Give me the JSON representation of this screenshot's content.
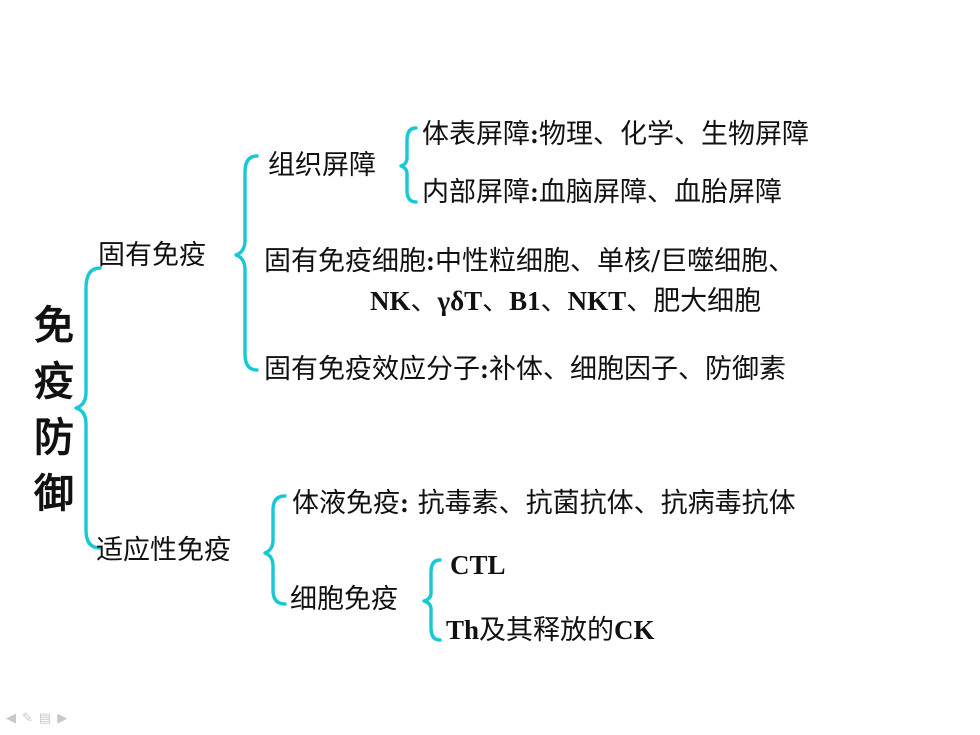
{
  "root": {
    "chars": [
      "免",
      "疫",
      "防",
      "御"
    ]
  },
  "innate": {
    "label": "固有免疫",
    "tissue_barrier": {
      "label": "组织屏障",
      "surface": {
        "head": "体表屏障",
        "sep": ":",
        "rest": "物理、化学、生物屏障"
      },
      "internal": {
        "head": "内部屏障",
        "sep": ":",
        "rest": "血脑屏障、血胎屏障"
      }
    },
    "cells": {
      "head": "固有免疫细胞",
      "sep": ":",
      "line1_rest": "中性粒细胞、单核/巨噬细胞、",
      "line2": {
        "nk": "NK",
        "d1": "、",
        "gdt": "γδT",
        "d2": "、",
        "b1": "B1",
        "d3": "、",
        "nkt": "NKT",
        "d4": "、",
        "mast": "肥大细胞"
      }
    },
    "effectors": {
      "head": "固有免疫效应分子",
      "sep": ":",
      "rest": "补体、细胞因子、防御素"
    }
  },
  "adaptive": {
    "label": "适应性免疫",
    "humoral": {
      "head": "体液免疫",
      "sep": ":",
      "rest": " 抗毒素、抗菌抗体、抗病毒抗体"
    },
    "cellular": {
      "label": "细胞免疫",
      "ctl": "CTL",
      "th": {
        "th": "Th",
        "mid": "及其释放的",
        "ck": "CK"
      }
    }
  },
  "colors": {
    "brace": "#19c8d6",
    "text": "#111111",
    "nav": "#c8c8c8"
  },
  "nav_icons": [
    "arrow-left-icon",
    "pen-icon",
    "menu-icon",
    "arrow-right-icon"
  ]
}
